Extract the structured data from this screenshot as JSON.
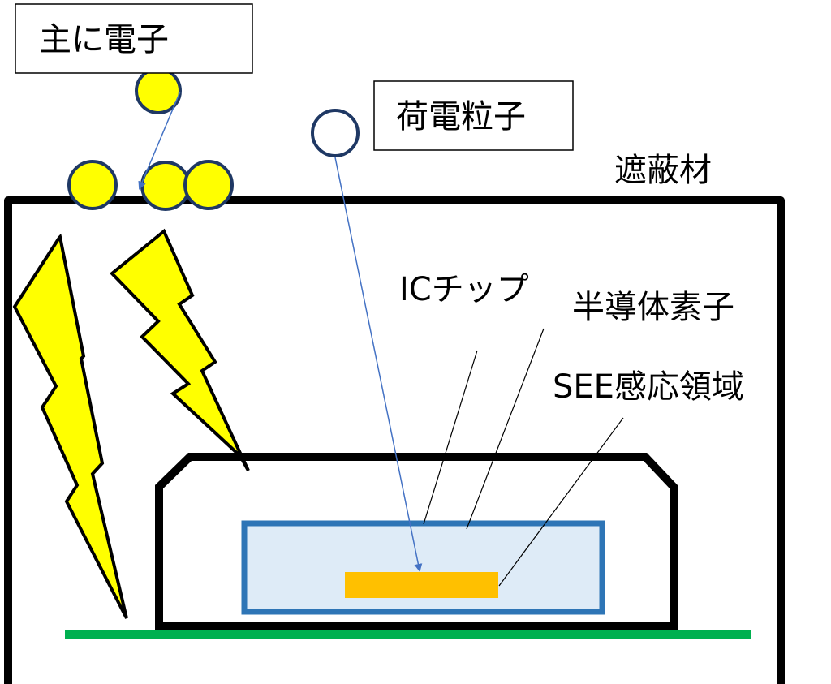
{
  "labels": {
    "electrons": "主に電子",
    "charged_particle": "荷電粒子",
    "shield": "遮蔽材",
    "ic_chip": "ICチップ",
    "semiconductor": "半導体素子",
    "see_region": "SEE感応領域"
  },
  "colors": {
    "electron_fill": "#FFFF00",
    "particle_outline": "#1F3864",
    "arrow": "#4472C4",
    "shield_stroke": "#000000",
    "chip_stroke": "#2E75B6",
    "chip_fill": "#DEEBF7",
    "see_fill": "#FFC000",
    "board": "#00B050",
    "lightning_fill": "#FFFF00"
  },
  "icons": {
    "electron": "circle-filled",
    "charged_particle": "circle-outline",
    "radiation": "lightning-bolt"
  }
}
